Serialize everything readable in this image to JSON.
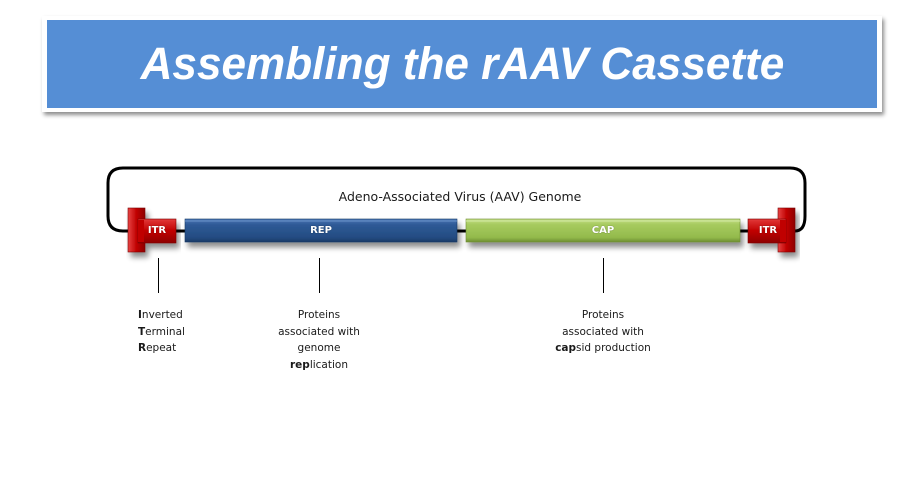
{
  "title": "Assembling the rAAV Cassette",
  "colors": {
    "banner": "#558ED5",
    "itr": "#C00000",
    "rep": "#2E5A96",
    "cap": "#9BC250",
    "line": "#000000"
  },
  "diagram": {
    "genome_label": "Adeno-Associated Virus (AAV) Genome",
    "segments": [
      {
        "id": "itr-left",
        "label": "ITR",
        "type": "itr"
      },
      {
        "id": "rep",
        "label": "REP",
        "type": "gene"
      },
      {
        "id": "cap",
        "label": "CAP",
        "type": "gene"
      },
      {
        "id": "itr-right",
        "label": "ITR",
        "type": "itr"
      }
    ],
    "annotations": {
      "itr": {
        "lines": [
          {
            "bold": "I",
            "rest": "nverted"
          },
          {
            "bold": "T",
            "rest": "erminal"
          },
          {
            "bold": "R",
            "rest": "epeat"
          }
        ]
      },
      "rep": {
        "lines": [
          {
            "bold": "",
            "rest": "Proteins"
          },
          {
            "bold": "",
            "rest": "associated with"
          },
          {
            "bold": "",
            "rest": "genome"
          },
          {
            "bold": "rep",
            "rest": "lication"
          }
        ]
      },
      "cap": {
        "lines": [
          {
            "bold": "",
            "rest": "Proteins"
          },
          {
            "bold": "",
            "rest": "associated with"
          },
          {
            "bold": "cap",
            "rest": "sid production"
          }
        ]
      }
    }
  }
}
